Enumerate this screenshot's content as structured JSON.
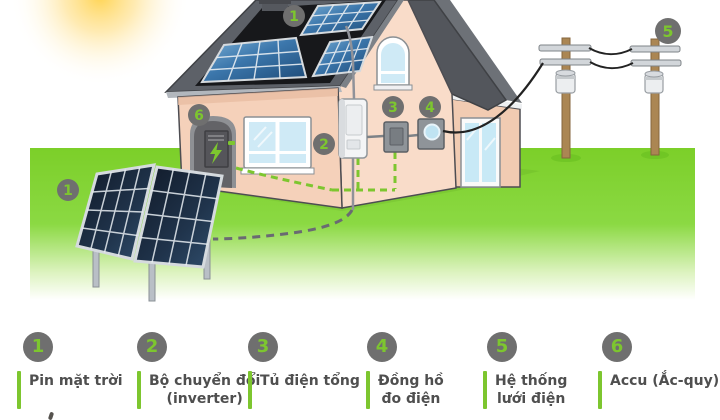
{
  "colors": {
    "accent_green": "#7dc62f",
    "grass_green": "#7ccf29",
    "badge_gray": "#6f6f6f",
    "roof_gray": "#5d6168",
    "wall_peach": "#f9dcc9",
    "panel_navy": "#16283c",
    "legend_text": "#4f4f4f",
    "wire_black": "#222222"
  },
  "icons": {
    "battery_indicator": "lightning-bolt-icon",
    "sun": "sun-glow-icon"
  },
  "legend": {
    "items": [
      {
        "num": "1",
        "line1": "Pin mặt trời",
        "line2": ""
      },
      {
        "num": "2",
        "line1": "Bộ chuyển đổi",
        "line2": "(inverter)"
      },
      {
        "num": "3",
        "line1": "Tủ điện tổng",
        "line2": ""
      },
      {
        "num": "4",
        "line1": "Đồng hồ",
        "line2": "đo điện"
      },
      {
        "num": "5",
        "line1": "Hệ thống",
        "line2": "lưới điện"
      },
      {
        "num": "6",
        "line1": "Accu (Ắc-quy)",
        "line2": ""
      }
    ]
  }
}
